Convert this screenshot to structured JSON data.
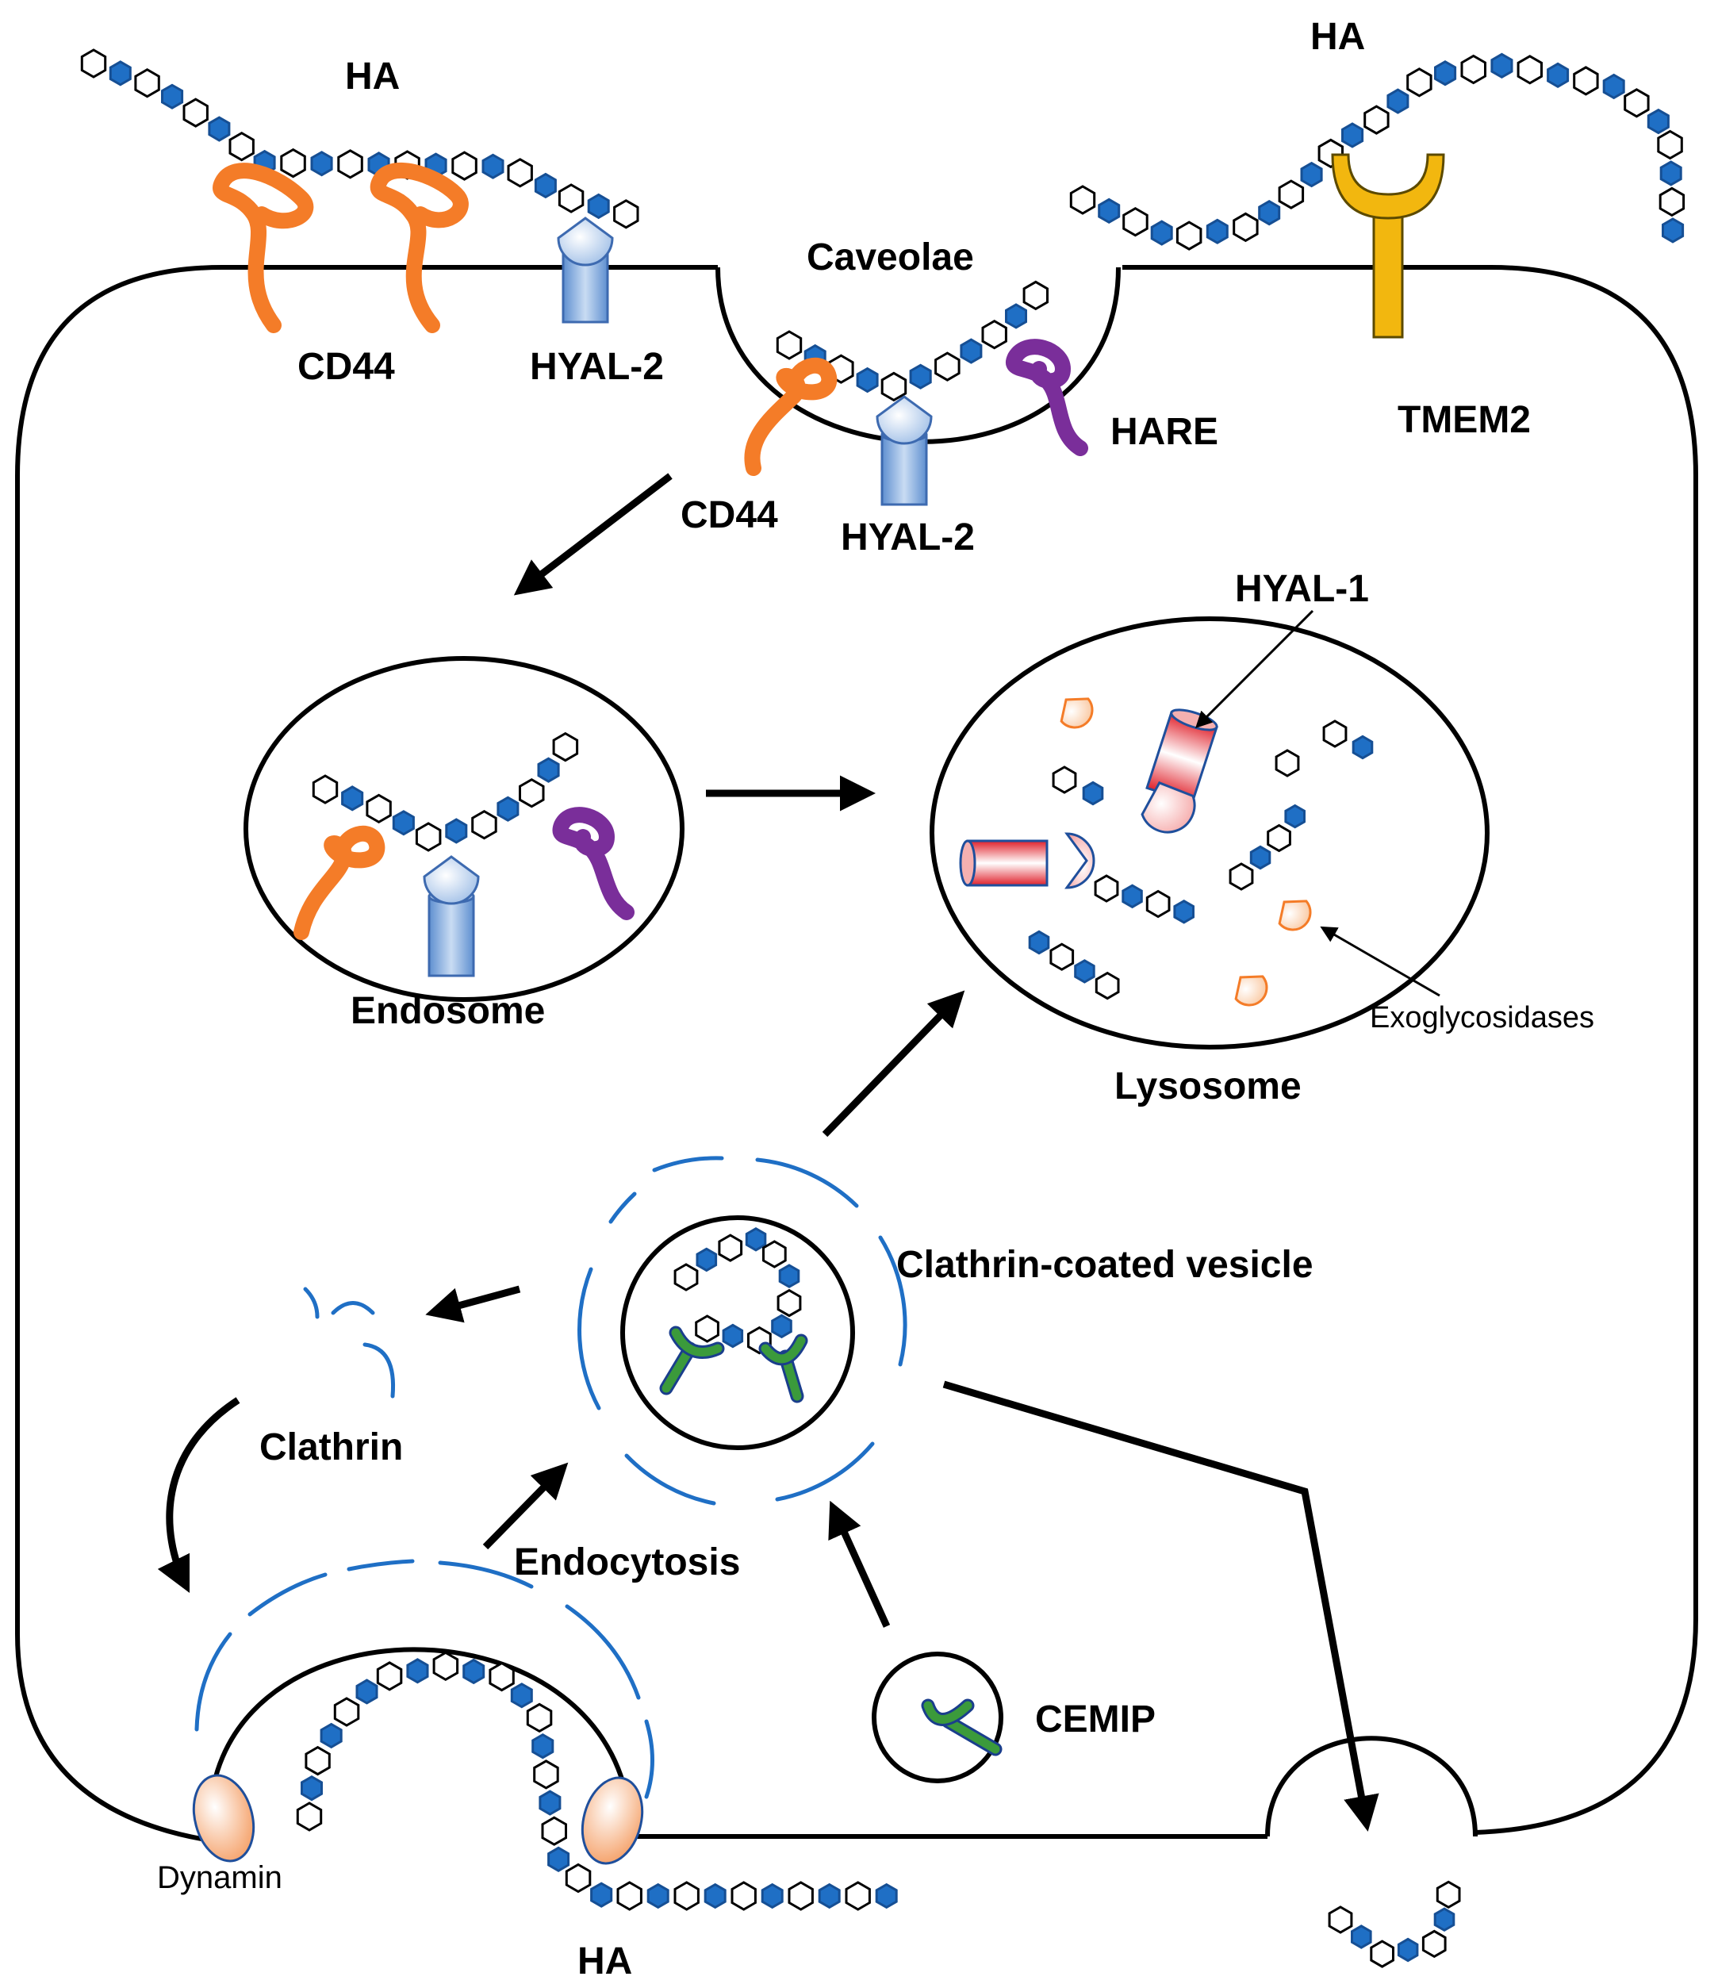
{
  "labels": {
    "ha_top_left": "HA",
    "ha_top_right": "HA",
    "ha_bottom": "HA",
    "cd44_top": "CD44",
    "hyal2_top": "HYAL-2",
    "caveolae": "Caveolae",
    "hare": "HARE",
    "tmem2": "TMEM2",
    "cd44_caveolae": "CD44",
    "hyal2_caveolae": "HYAL-2",
    "hyal1": "HYAL-1",
    "endosome": "Endosome",
    "lysosome": "Lysosome",
    "exoglycosidases": "Exoglycosidases",
    "clathrin_coated_vesicle": "Clathrin-coated vesicle",
    "clathrin": "Clathrin",
    "endocytosis": "Endocytosis",
    "cemip": "CEMIP",
    "dynamin": "Dynamin"
  },
  "colors": {
    "ha_blue": "#1F6FC5",
    "cd44_orange": "#F47C28",
    "hare_purple": "#7A2E9A",
    "tmem2_yellow": "#F2B70F",
    "hyal2_blue": "#8FB3E0",
    "hyal1_red": "#E0212B",
    "cemip_green": "#3B9A3B",
    "clathrin_blue": "#1F6FC5",
    "dynamin_peach": "#F7B48A",
    "exoglycosidase_orange": "#F47C28"
  }
}
